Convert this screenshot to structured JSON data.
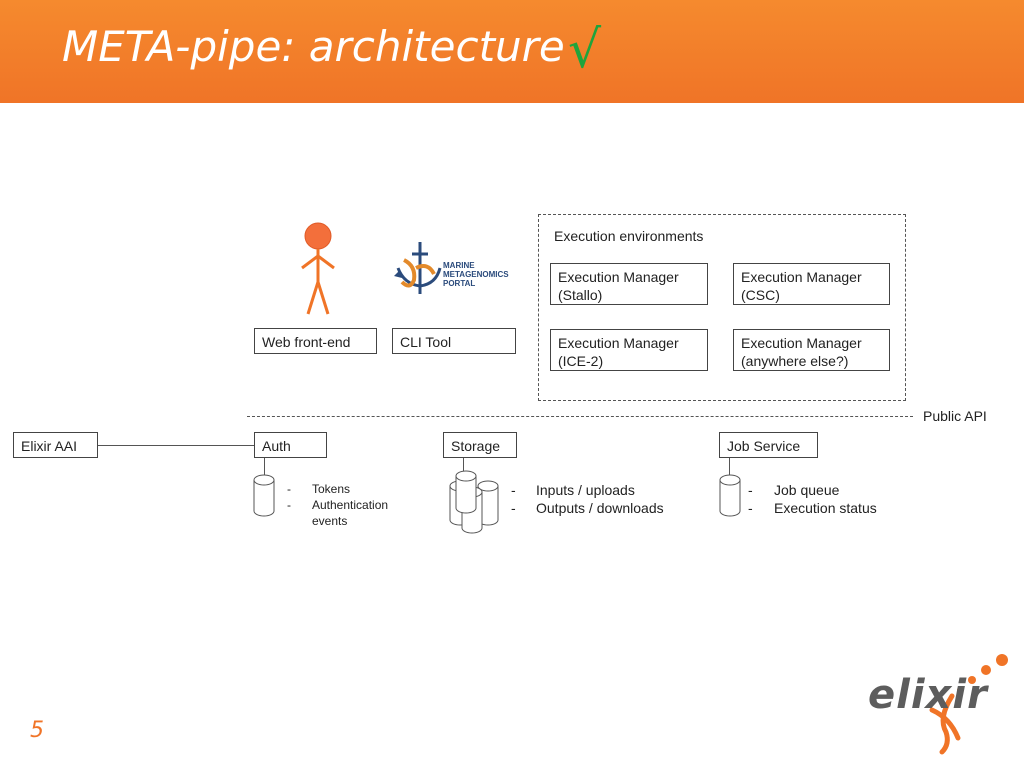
{
  "slide": {
    "title": "META-pipe: architecture",
    "title_mark": "√",
    "number": "5"
  },
  "portal_logo": {
    "line1": "MARINE",
    "line2": "METAGENOMICS",
    "line3": "PORTAL"
  },
  "exec_env": {
    "label": "Execution environments",
    "managers": [
      {
        "line1": "Execution Manager",
        "line2": "(Stallo)"
      },
      {
        "line1": "Execution Manager",
        "line2": "(CSC)"
      },
      {
        "line1": "Execution Manager",
        "line2": "(ICE-2)"
      },
      {
        "line1": "Execution Manager",
        "line2": "(anywhere else?)"
      }
    ]
  },
  "clients": {
    "web": "Web front-end",
    "cli": "CLI Tool"
  },
  "api": {
    "label": "Public API"
  },
  "services": {
    "elixir_aai": "Elixir AAI",
    "auth": "Auth",
    "storage": "Storage",
    "job_service": "Job Service"
  },
  "auth_store": {
    "items": [
      "Tokens",
      "Authentication",
      "events"
    ]
  },
  "storage_store": {
    "items": [
      "Inputs / uploads",
      "Outputs / downloads"
    ]
  },
  "job_store": {
    "items": [
      "Job queue",
      "Execution status"
    ]
  },
  "elixir_logo": {
    "text": "elixir"
  },
  "colors": {
    "header": "#f07427",
    "check": "#1fa43c",
    "person": "#f07427",
    "elixir_orange": "#f07427",
    "elixir_gray": "#5d5d5d"
  }
}
